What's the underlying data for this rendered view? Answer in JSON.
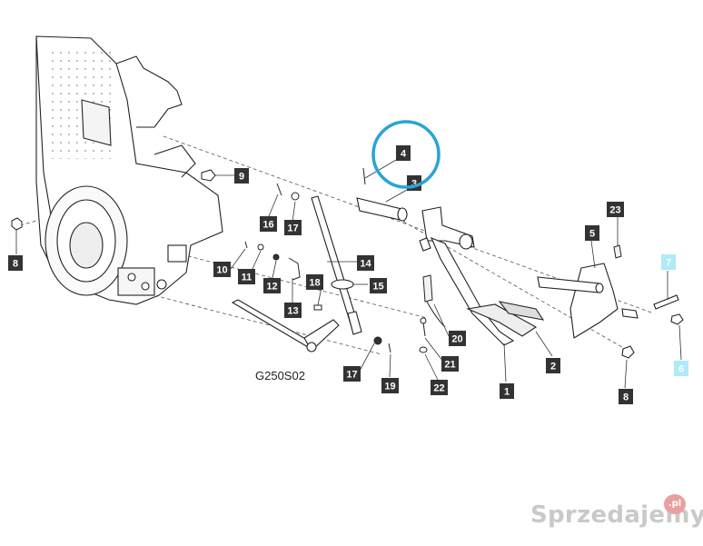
{
  "drawing_code": "G250S02",
  "callouts": [
    {
      "id": "c1",
      "label": "1",
      "highlight": false
    },
    {
      "id": "c2",
      "label": "2",
      "highlight": false
    },
    {
      "id": "c3",
      "label": "3",
      "highlight": false
    },
    {
      "id": "c4",
      "label": "4",
      "highlight": false
    },
    {
      "id": "c5",
      "label": "5",
      "highlight": false
    },
    {
      "id": "c6",
      "label": "6",
      "highlight": true
    },
    {
      "id": "c7",
      "label": "7",
      "highlight": true
    },
    {
      "id": "c8a",
      "label": "8",
      "highlight": false
    },
    {
      "id": "c8b",
      "label": "8",
      "highlight": false
    },
    {
      "id": "c9",
      "label": "9",
      "highlight": false
    },
    {
      "id": "c10",
      "label": "10",
      "highlight": false
    },
    {
      "id": "c11",
      "label": "11",
      "highlight": false
    },
    {
      "id": "c12",
      "label": "12",
      "highlight": false
    },
    {
      "id": "c13",
      "label": "13",
      "highlight": false
    },
    {
      "id": "c14",
      "label": "14",
      "highlight": false
    },
    {
      "id": "c15",
      "label": "15",
      "highlight": false
    },
    {
      "id": "c16",
      "label": "16",
      "highlight": false
    },
    {
      "id": "c17a",
      "label": "17",
      "highlight": false
    },
    {
      "id": "c17b",
      "label": "17",
      "highlight": false
    },
    {
      "id": "c18",
      "label": "18",
      "highlight": false
    },
    {
      "id": "c19",
      "label": "19",
      "highlight": false
    },
    {
      "id": "c20",
      "label": "20",
      "highlight": false
    },
    {
      "id": "c21",
      "label": "21",
      "highlight": false
    },
    {
      "id": "c22",
      "label": "22",
      "highlight": false
    },
    {
      "id": "c23",
      "label": "23",
      "highlight": false
    }
  ],
  "circled_callout": "4",
  "colors": {
    "callout_bg": "#333333",
    "callout_text": "#ffffff",
    "highlight_bg": "#aeeaf7",
    "highlight_text": "#2a9fd6",
    "circle": "#2aa3d6",
    "line": "#333333"
  },
  "watermark": {
    "text": "Sprzedajemy",
    "badge": ".pl"
  }
}
